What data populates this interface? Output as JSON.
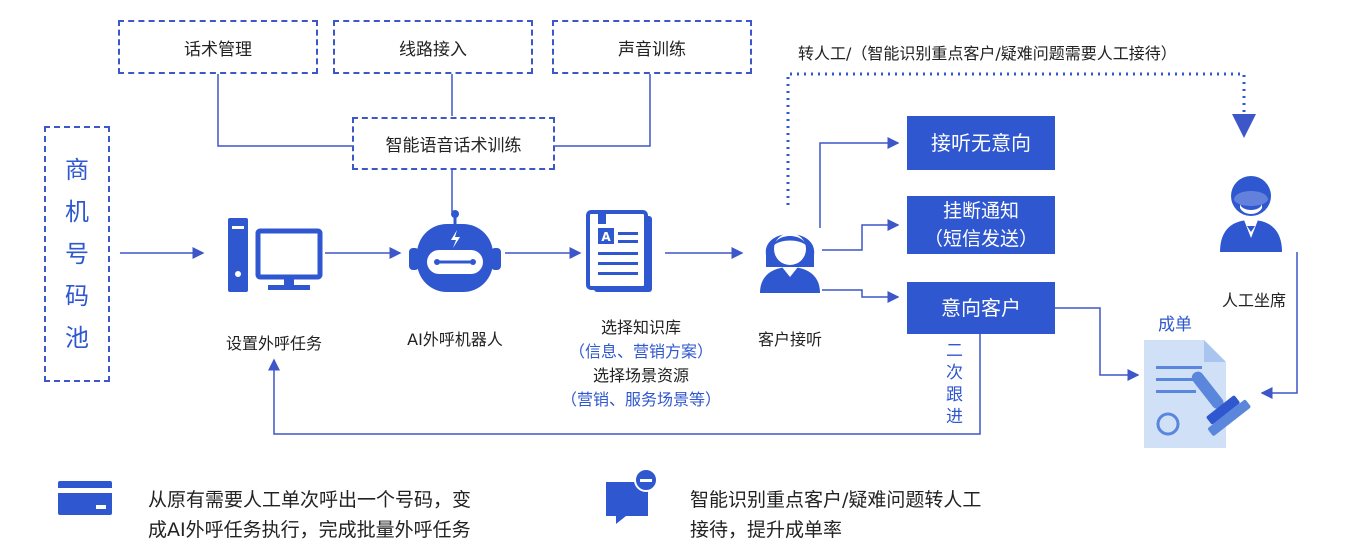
{
  "top_boxes": [
    "话术管理",
    "线路接入",
    "声音训练"
  ],
  "training_box": "智能语音话术训练",
  "pool_chars": [
    "商",
    "机",
    "号",
    "码",
    "池"
  ],
  "steps": {
    "set_task": "设置外呼任务",
    "robot": "AI外呼机器人",
    "kb_line1": "选择知识库",
    "kb_line2": "（信息、营销方案）",
    "kb_line3": "选择场景资源",
    "kb_line4": "（营销、服务场景等）",
    "customer": "客户接听"
  },
  "outcomes": {
    "no_intent": "接听无意向",
    "hangup_line1": "挂断通知",
    "hangup_line2": "（短信发送）",
    "intent": "意向客户"
  },
  "transfer_label": "转人工/（智能识别重点客户/疑难问题需要人工接待）",
  "agent_label": "人工坐席",
  "deal_label": "成单",
  "followup_chars": [
    "二",
    "次",
    "跟",
    "进"
  ],
  "bottom": {
    "left_line1": "从原有需要人工单次呼出一个号码，变",
    "left_line2": "成AI外呼任务执行，完成批量外呼任务",
    "right_line1": "智能识别重点客户/疑难问题转人工",
    "right_line2": "接待，提升成单率"
  },
  "colors": {
    "accent": "#2f57d0",
    "dashed_border": "#3d57c9",
    "line": "#3d57c9"
  },
  "icons": [
    "computer-icon",
    "robot-icon",
    "document-icon",
    "customer-icon",
    "agent-icon",
    "contract-stamp-icon",
    "card-icon",
    "chat-icon"
  ]
}
